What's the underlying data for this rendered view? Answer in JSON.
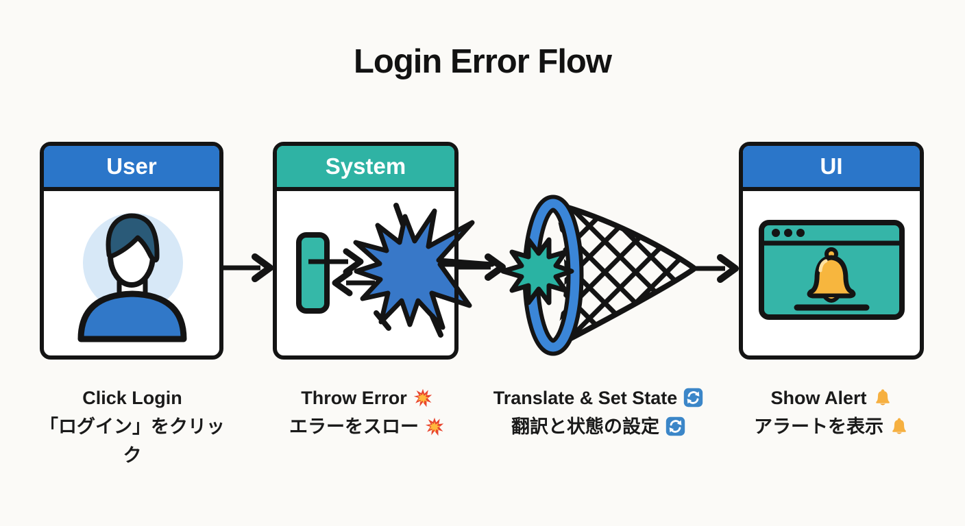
{
  "title": "Login Error Flow",
  "columns": {
    "user": {
      "header": "User",
      "caption_en": "Click Login",
      "caption_ja": "「ログイン」をクリック"
    },
    "system": {
      "header": "System",
      "caption_en": "Throw Error",
      "caption_ja": "エラーをスロー",
      "emoji": "collision"
    },
    "catch": {
      "caption_en": "Translate & Set State",
      "caption_ja": "翻訳と状態の設定",
      "emoji": "counterclockwise-arrows"
    },
    "ui": {
      "header": "UI",
      "caption_en": "Show Alert",
      "caption_ja": "アラートを表示",
      "emoji": "bell"
    }
  },
  "icons": {
    "user_card": "user-avatar-icon",
    "system_card": "error-explosion-icon",
    "catch": "net-catch-icon",
    "ui_card": "browser-alert-bell-icon"
  },
  "colors": {
    "background": "#fbfaf7",
    "outline_black": "#141414",
    "header_blue": "#2b76c9",
    "header_teal": "#2fb3a4",
    "explosion_blue": "#3878c8",
    "net_ring_blue": "#3b86d8",
    "caught_star_teal": "#2ab3a3",
    "activation_bar_teal": "#35b8a8",
    "browser_teal": "#35b5a8",
    "bell_yellow": "#f7b63e",
    "avatar_background_blue": "#d7e8f7",
    "shirt_blue": "#3178c8",
    "hair_navy": "#2a5a78",
    "text_black": "#1a1a1a"
  }
}
